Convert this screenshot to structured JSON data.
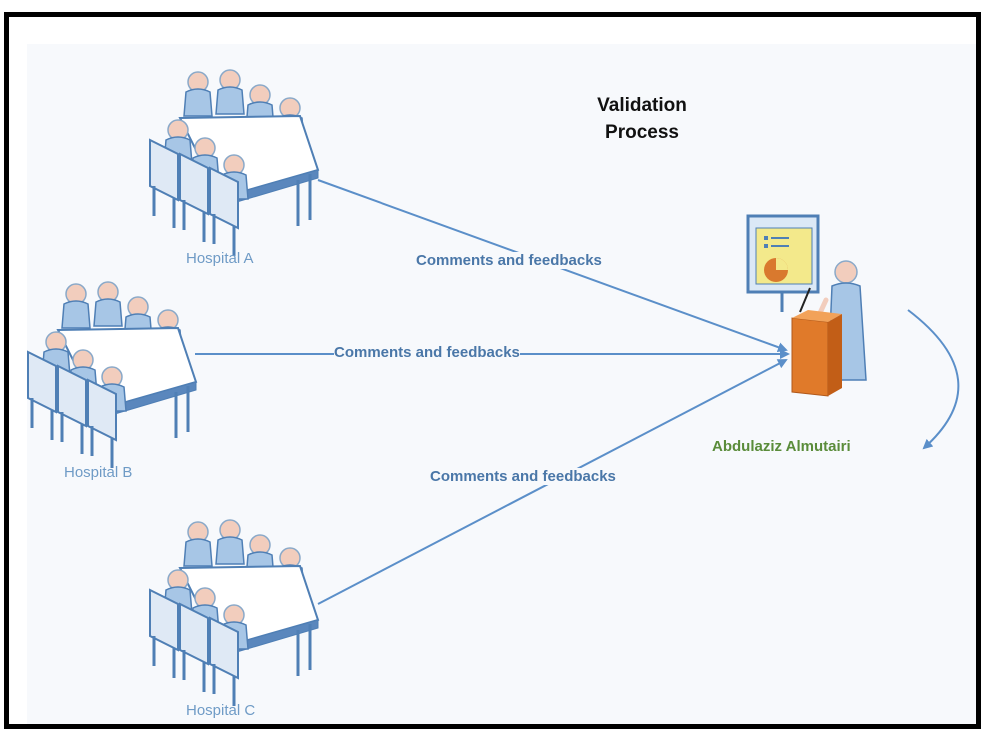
{
  "title_line1": "Validation",
  "title_line2": "Process",
  "nodes": {
    "hospital_a": "Hospital A",
    "hospital_b": "Hospital B",
    "hospital_c": "Hospital C",
    "presenter": "Abdulaziz Almutairi"
  },
  "edges": [
    {
      "from": "hospital_a",
      "to": "presenter",
      "label": "Comments and feedbacks"
    },
    {
      "from": "hospital_b",
      "to": "presenter",
      "label": "Comments and feedbacks"
    },
    {
      "from": "hospital_c",
      "to": "presenter",
      "label": "Comments and feedbacks"
    }
  ],
  "colors": {
    "connector": "#5b8fc9",
    "figure_blue": "#8db4dc",
    "figure_dark": "#4f7fb5",
    "skin": "#f2cdbd",
    "podium": "#e07a2a",
    "name_green": "#5a8c3a"
  },
  "icons": [
    "meeting-table-icon",
    "presenter-podium-icon",
    "presentation-screen-icon"
  ]
}
